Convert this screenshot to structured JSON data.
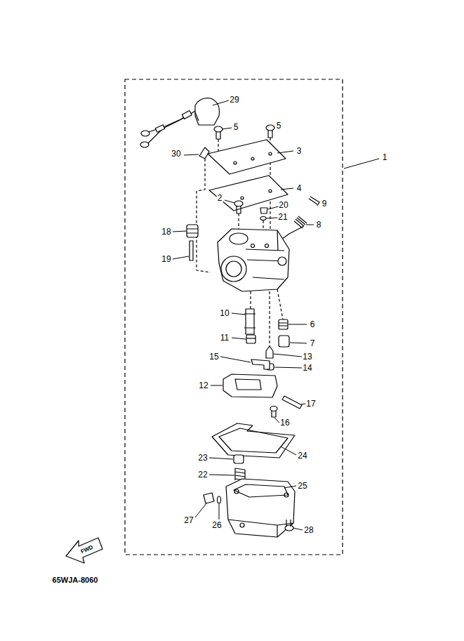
{
  "diagram": {
    "labels": [
      "29",
      "5",
      "5",
      "3",
      "1",
      "30",
      "4",
      "9",
      "2",
      "20",
      "21",
      "8",
      "18",
      "19",
      "10",
      "6",
      "11",
      "7",
      "13",
      "15",
      "14",
      "12",
      "17",
      "16",
      "24",
      "23",
      "22",
      "25",
      "27",
      "26",
      "28",
      "FWD",
      "65WJA-8060"
    ]
  }
}
